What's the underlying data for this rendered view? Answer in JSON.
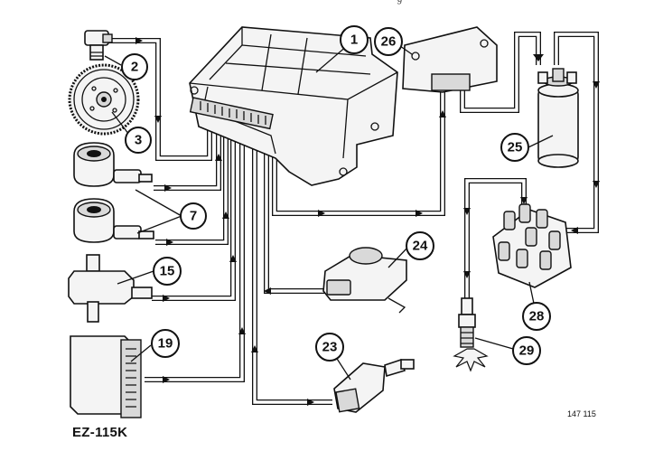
{
  "diagram": {
    "model_label": "EZ-115K",
    "figure_number": "147 115",
    "header_fragment": "g",
    "callouts": [
      {
        "id": "ecu",
        "label": "1"
      },
      {
        "id": "crank-sensor",
        "label": "2"
      },
      {
        "id": "flywheel",
        "label": "3"
      },
      {
        "id": "knock-sensor",
        "label": "7"
      },
      {
        "id": "throttle-switch",
        "label": "15"
      },
      {
        "id": "control-unit",
        "label": "19"
      },
      {
        "id": "temp-sensor",
        "label": "23"
      },
      {
        "id": "pressure-sensor",
        "label": "24"
      },
      {
        "id": "ignition-coil",
        "label": "25"
      },
      {
        "id": "ignition-module",
        "label": "26"
      },
      {
        "id": "distributor-cap",
        "label": "28"
      },
      {
        "id": "spark-plug",
        "label": "29"
      }
    ]
  }
}
